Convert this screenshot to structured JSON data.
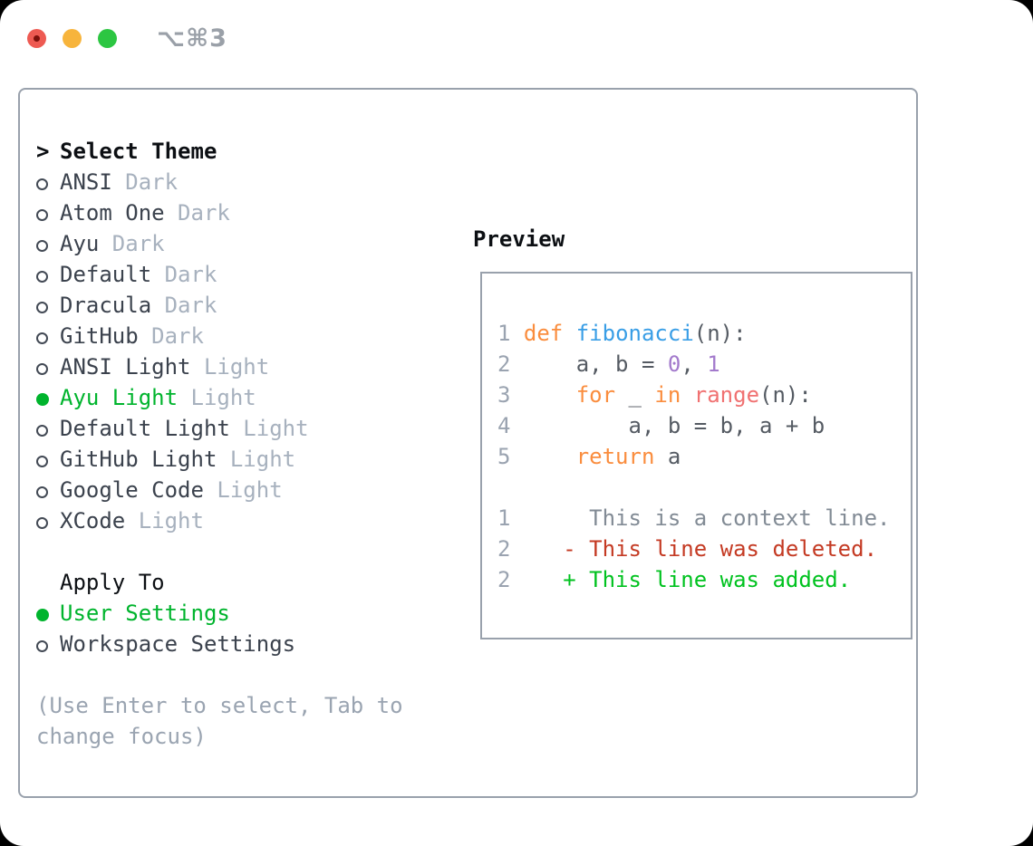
{
  "window": {
    "title": "⌥⌘3",
    "traffic_lights": [
      {
        "name": "close",
        "color": "#ee5a52"
      },
      {
        "name": "minimize",
        "color": "#f7b43c"
      },
      {
        "name": "zoom",
        "color": "#2cc642"
      }
    ]
  },
  "theme_panel": {
    "header": {
      "prompt": ">",
      "label": "Select Theme"
    },
    "items": [
      {
        "label": "ANSI",
        "tag": "Dark",
        "selected": false
      },
      {
        "label": "Atom One",
        "tag": "Dark",
        "selected": false
      },
      {
        "label": "Ayu",
        "tag": "Dark",
        "selected": false
      },
      {
        "label": "Default",
        "tag": "Dark",
        "selected": false
      },
      {
        "label": "Dracula",
        "tag": "Dark",
        "selected": false
      },
      {
        "label": "GitHub",
        "tag": "Dark",
        "selected": false
      },
      {
        "label": "ANSI Light",
        "tag": "Light",
        "selected": false
      },
      {
        "label": "Ayu Light",
        "tag": "Light",
        "selected": true
      },
      {
        "label": "Default Light",
        "tag": "Light",
        "selected": false
      },
      {
        "label": "GitHub Light",
        "tag": "Light",
        "selected": false
      },
      {
        "label": "Google Code",
        "tag": "Light",
        "selected": false
      },
      {
        "label": "XCode",
        "tag": "Light",
        "selected": false
      }
    ]
  },
  "apply_to": {
    "header": "Apply To",
    "options": [
      {
        "label": "User Settings",
        "selected": true
      },
      {
        "label": "Workspace Settings",
        "selected": false
      }
    ]
  },
  "hint_lines": [
    "(Use Enter to select, Tab to",
    "change focus)"
  ],
  "preview": {
    "header": "Preview",
    "code_lines": [
      {
        "num": "1",
        "segments": [
          {
            "t": "def",
            "c": "keyword"
          },
          {
            "t": " "
          },
          {
            "t": "fibonacci",
            "c": "function"
          },
          {
            "t": "(n):"
          }
        ]
      },
      {
        "num": "2",
        "segments": [
          {
            "t": "    a, b = "
          },
          {
            "t": "0",
            "c": "number"
          },
          {
            "t": ", "
          },
          {
            "t": "1",
            "c": "number"
          }
        ]
      },
      {
        "num": "3",
        "segments": [
          {
            "t": "    "
          },
          {
            "t": "for",
            "c": "keyword"
          },
          {
            "t": " _ "
          },
          {
            "t": "in",
            "c": "keyword"
          },
          {
            "t": " "
          },
          {
            "t": "range",
            "c": "builtin"
          },
          {
            "t": "(n):"
          }
        ]
      },
      {
        "num": "4",
        "segments": [
          {
            "t": "        a, b = b, a + b"
          }
        ]
      },
      {
        "num": "5",
        "segments": [
          {
            "t": "    "
          },
          {
            "t": "return",
            "c": "keyword"
          },
          {
            "t": " a"
          }
        ]
      }
    ],
    "diff_lines": [
      {
        "num": "1",
        "marker": " ",
        "text": "This is a context line.",
        "kind": "context"
      },
      {
        "num": "2",
        "marker": "-",
        "text": "This line was deleted.",
        "kind": "deleted"
      },
      {
        "num": "2",
        "marker": "+",
        "text": "This line was added.",
        "kind": "added"
      }
    ]
  },
  "colors": {
    "accent_green": "#00b42d",
    "traffic_red": "#ee5a52",
    "traffic_red_dot": "#7d100b",
    "traffic_yellow": "#f7b43c",
    "traffic_green": "#2cc642",
    "title_gray": "#9aa0a8",
    "window_border": "#99a1ac",
    "item_fg": "#3b424d",
    "tag_fg": "#a7b1be",
    "hint_fg": "#9aa4b1",
    "header_fg": "#0c0f13",
    "code_fg": "#555b63",
    "line_number": "#9aa3b0",
    "keyword_orange": "#fa8d3e",
    "function_blue": "#399ee6",
    "number_purple": "#a37acc",
    "builtin_coral": "#f07171",
    "context_gray": "#828b95",
    "deleted_red": "#c43a23",
    "added_green": "#00c21f"
  }
}
